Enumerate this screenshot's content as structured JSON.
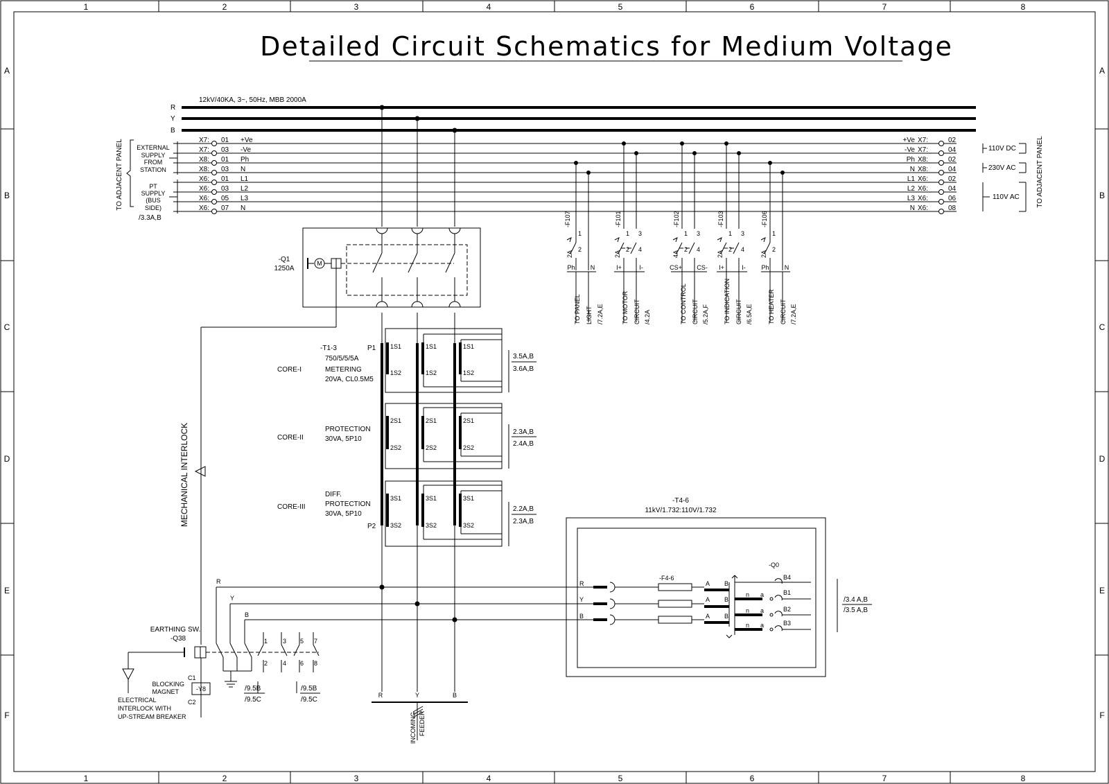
{
  "title": "Detailed Circuit Schematics for Medium Voltage",
  "border": {
    "columns": [
      "1",
      "2",
      "3",
      "4",
      "5",
      "6",
      "7",
      "8"
    ],
    "rows": [
      "A",
      "B",
      "C",
      "D",
      "E",
      "F"
    ]
  },
  "busbar": {
    "rating": "12kV/40KA, 3~, 50Hz, MBB 2000A",
    "phases": [
      "R",
      "Y",
      "B"
    ]
  },
  "left_panel": {
    "adjacent": "TO ADJACENT PANEL",
    "external_supply": [
      "EXTERNAL",
      "SUPPLY",
      "FROM",
      "STATION"
    ],
    "pt_supply": [
      "PT",
      "SUPPLY",
      "(BUS",
      "SIDE)"
    ],
    "pt_ref": "/3.3A,B",
    "terminals": [
      {
        "block": "X7:",
        "num": "01",
        "sig": "+Ve"
      },
      {
        "block": "X7:",
        "num": "03",
        "sig": "-Ve"
      },
      {
        "block": "X8:",
        "num": "01",
        "sig": "Ph"
      },
      {
        "block": "X8:",
        "num": "03",
        "sig": "N"
      },
      {
        "block": "X6:",
        "num": "01",
        "sig": "L1"
      },
      {
        "block": "X6:",
        "num": "03",
        "sig": "L2"
      },
      {
        "block": "X6:",
        "num": "05",
        "sig": "L3"
      },
      {
        "block": "X6:",
        "num": "07",
        "sig": "N"
      }
    ]
  },
  "right_panel": {
    "adjacent": "TO ADJACENT PANEL",
    "groups": [
      "110V DC",
      "230V AC",
      "110V AC"
    ],
    "terminals": [
      {
        "sig": "+Ve",
        "block": "X7:",
        "num": "02"
      },
      {
        "sig": "-Ve",
        "block": "X7:",
        "num": "04"
      },
      {
        "sig": "Ph",
        "block": "X8:",
        "num": "02"
      },
      {
        "sig": "N",
        "block": "X8:",
        "num": "04"
      },
      {
        "sig": "L1",
        "block": "X6:",
        "num": "02"
      },
      {
        "sig": "L2",
        "block": "X6:",
        "num": "04"
      },
      {
        "sig": "L3",
        "block": "X6:",
        "num": "06"
      },
      {
        "sig": "N",
        "block": "X6:",
        "num": "08"
      }
    ]
  },
  "breaker": {
    "tag": "-Q1",
    "rating": "1250A",
    "motor": "M"
  },
  "mcbs": [
    {
      "tag": "-F107",
      "rating": "2A",
      "p1": "1",
      "p2": "2",
      "t1": "Ph",
      "t2": "N",
      "dest": "TO PANEL",
      "dest2": "LIGHT",
      "ref": "/7.2A,E"
    },
    {
      "tag": "-F101",
      "rating": "2A",
      "p1": "1",
      "p2": "2",
      "p3": "3",
      "p4": "4",
      "t1": "I+",
      "t2": "I-",
      "dest": "TO MOTOR",
      "dest2": "CIRCUIT",
      "ref": "/4.2A"
    },
    {
      "tag": "-F102",
      "rating": "4A",
      "p1": "1",
      "p2": "2",
      "p3": "3",
      "p4": "4",
      "t1": "CS+",
      "t2": "CS-",
      "dest": "TO CONTROL",
      "dest2": "CIRCUIT",
      "ref": "/5.2A,F"
    },
    {
      "tag": "-F103",
      "rating": "2A",
      "p1": "1",
      "p2": "2",
      "p3": "3",
      "p4": "4",
      "t1": "I+",
      "t2": "I-",
      "dest": "TO INDICATION",
      "dest2": "CIRCUIT",
      "ref": "/6.5A,E"
    },
    {
      "tag": "-F106",
      "rating": "2A",
      "p1": "1",
      "p2": "2",
      "t1": "Ph",
      "t2": "N",
      "dest": "TO HEATER",
      "dest2": "CIRCUIT",
      "ref": "/7.2A,E"
    }
  ],
  "ct": {
    "tag": "-T1-3",
    "ratio": "750/5/5/5A",
    "p1": "P1",
    "p2": "P2",
    "cores": [
      {
        "name": "CORE-I",
        "func": "METERING",
        "spec": "20VA, CL0.5M5",
        "s1": "1S1",
        "s2": "1S2",
        "ref1": "3.5A,B",
        "ref2": "3.6A,B"
      },
      {
        "name": "CORE-II",
        "func": "PROTECTION",
        "spec": "30VA, 5P10",
        "s1": "2S1",
        "s2": "2S2",
        "ref1": "2.3A,B",
        "ref2": "2.4A,B"
      },
      {
        "name": "CORE-III",
        "func": "DIFF.",
        "func2": "PROTECTION",
        "spec": "30VA, 5P10",
        "s1": "3S1",
        "s2": "3S2",
        "ref1": "2.2A,B",
        "ref2": "2.3A,B"
      }
    ]
  },
  "mech_interlock": "MECHANICAL INTERLOCK",
  "earthing": {
    "label": "EARTHING SW.",
    "tag": "-Q38",
    "contacts": [
      "1",
      "2",
      "3",
      "4",
      "5",
      "6",
      "7",
      "8"
    ],
    "ref_a1": "/9.5B",
    "ref_a2": "/9.5C",
    "ref_b1": "/9.5B",
    "ref_b2": "/9.5C"
  },
  "blocking_magnet": {
    "label1": "BLOCKING",
    "label2": "MAGNET",
    "tag": "-Y8",
    "c1": "C1",
    "c2": "C2"
  },
  "elec_interlock": [
    "ELECTRICAL",
    "INTERLOCK WITH",
    "UP-STREAM BREAKER"
  ],
  "incoming": {
    "phases": [
      "R",
      "Y",
      "B"
    ],
    "label1": "INCOMING",
    "label2": "FEEDER"
  },
  "vt": {
    "tag": "-T4-6",
    "ratio": "11kV/1.732:110V/1.732",
    "fuse": "-F4-6",
    "switch": "-Q0",
    "phases": [
      "R",
      "Y",
      "B"
    ],
    "a": "A",
    "b": "B",
    "n": "n",
    "alpha": "a",
    "outputs": [
      "B4",
      "B1",
      "B2",
      "B3"
    ],
    "ref1": "/3.4 A,B",
    "ref2": "/3.5 A,B"
  }
}
